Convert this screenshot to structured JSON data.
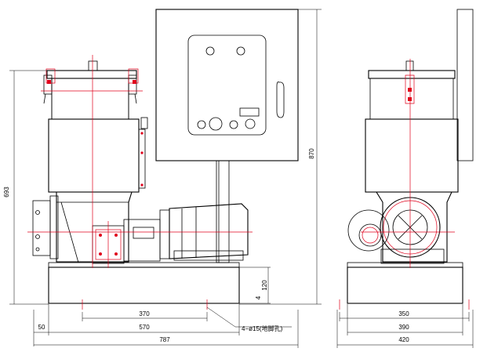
{
  "drawing": {
    "colors": {
      "line": "#000000",
      "centerline": "#e0001b",
      "background": "#ffffff"
    },
    "dimensions": {
      "front_height": "693",
      "cabinet_height": "870",
      "base_height": "120",
      "base_offset": "4",
      "bolt_spacing": "370",
      "base_length": "570",
      "left_offset": "50",
      "overall_length": "787",
      "side_bolt_spacing": "350",
      "side_base_width": "390",
      "side_overall_width": "420"
    },
    "annotations": {
      "bolt_holes": "4−ø15(地脚孔)"
    }
  }
}
